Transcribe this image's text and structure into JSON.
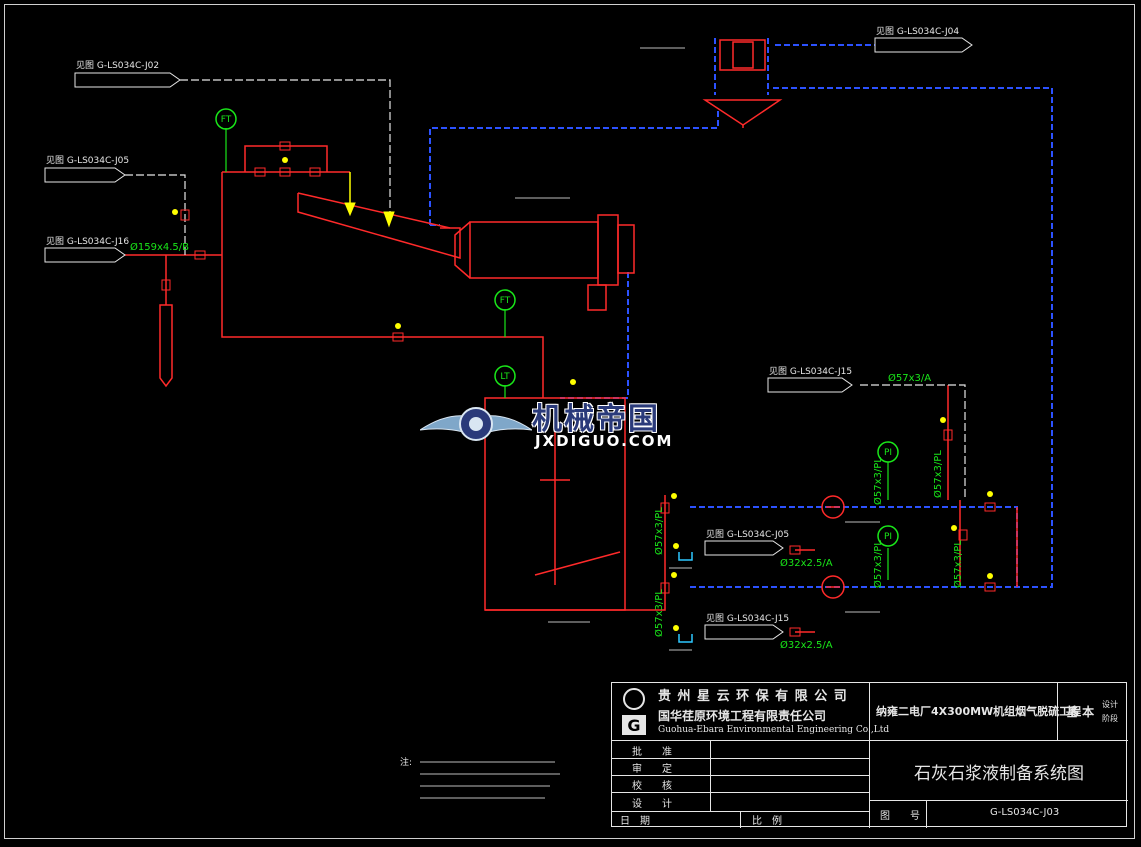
{
  "colors": {
    "background": "#000000",
    "process": "#ff2a2a",
    "water": "#2c52ff",
    "air_line": "#e6e6e6",
    "label": "#e6e6e6",
    "pipe_spec": "#19e619",
    "instrument": "#19e619",
    "arrow": "#ffff00"
  },
  "offpage": {
    "top_left": {
      "ref": "见图 G-LS034C-J02"
    },
    "ref_j05_left": {
      "ref": "见图 G-LS034C-J05"
    },
    "ref_j16_left": {
      "ref": "见图 G-LS034C-J16"
    },
    "ref_j04_top": {
      "ref": "见图 G-LS034C-J04"
    },
    "ref_j15_right": {
      "ref": "见图 G-LS034C-J15"
    },
    "ref_j05_pump1": {
      "ref": "见图 G-LS034C-J05"
    },
    "ref_j05_pump2": {
      "ref": "见图 G-LS034C-J15"
    }
  },
  "pipe_specs": {
    "feed_line": "Ø159x4.5/B",
    "water_supply": "Ø57x3/A",
    "pump_seal_1": "Ø32x2.5/A",
    "pump_seal_2": "Ø32x2.5/A",
    "v1": "Ø57x3/PL",
    "v2": "Ø57x3/PL",
    "v3": "Ø57x3/PL",
    "v4": "Ø57x3/PL",
    "v5": "Ø57x3/PL",
    "v6": "Ø57x3/PL"
  },
  "instruments": {
    "ft_1": "FT",
    "ft_2": "FT",
    "lt": "LT",
    "pi_1": "PI",
    "pi_2": "PI"
  },
  "watermark": {
    "main": "机械帝国",
    "sub": "JXDIGUO.COM"
  },
  "title_block": {
    "company_cn": "贵 州 星 云 环 保 有 限 公 司",
    "company_cn2": "国华荏原环境工程有限责任公司",
    "company_en": "Guohua-Ebara Environmental Engineering Co.,Ltd",
    "project": "纳雍二电厂4X300MW机组烟气脱硫工程",
    "stage": "基 本",
    "stage2": "设计",
    "stage3": "阶段",
    "approve": "批　　准",
    "review": "审　　定",
    "check": "校　　核",
    "design": "设　　计",
    "date": "日　期",
    "scale": "比　例",
    "drawing_title": "石灰石浆液制备系统图",
    "drawing_no_label": "图　　号",
    "drawing_no": "G-LS034C-J03"
  },
  "notes": {
    "label": "注:"
  }
}
